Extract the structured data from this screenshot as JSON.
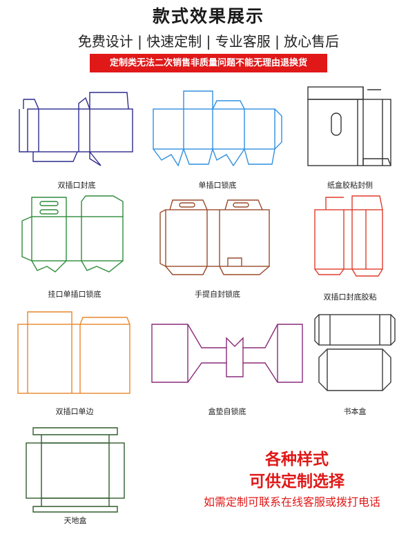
{
  "header": {
    "title": "款式效果展示",
    "subtitle": "免费设计 | 快速定制 | 专业客服 | 放心售后",
    "notice": "定制类无法二次销售非质量问题不能无理由退换货"
  },
  "styles": [
    {
      "label": "双插口封底",
      "color": "#2c2a8c"
    },
    {
      "label": "单插口锁底",
      "color": "#2f8fe0"
    },
    {
      "label": "纸盒胶粘封侧",
      "color": "#333333"
    },
    {
      "label": "挂口单插口锁底",
      "color": "#2e8b3a"
    },
    {
      "label": "手提自封锁底",
      "color": "#9a4a2a"
    },
    {
      "label": "双插口封底胶粘",
      "color": "#e03a2a"
    },
    {
      "label": "双插口单边",
      "color": "#e8862a"
    },
    {
      "label": "盒垫自锁底",
      "color": "#8a2a7a"
    },
    {
      "label": "书本盒",
      "color": "#3a3a3a"
    },
    {
      "label": "天地盒",
      "color": "#2f5a2a"
    }
  ],
  "promo": {
    "line1": "各种样式",
    "line2": "可供定制选择",
    "line3": "如需定制可联系在线客服或拨打电话"
  }
}
